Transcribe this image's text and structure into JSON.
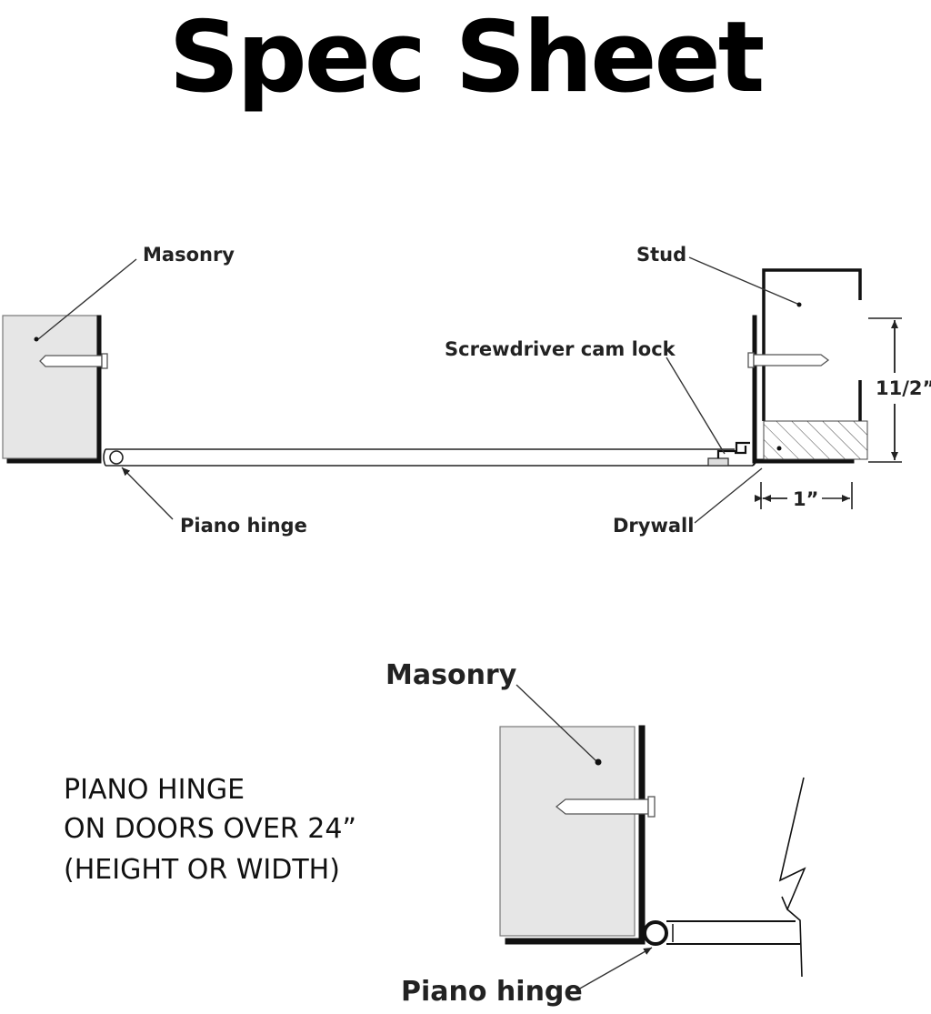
{
  "title": "Spec Sheet",
  "detail_top": {
    "labels": {
      "masonry": "Masonry",
      "stud": "Stud",
      "cam_lock": "Screwdriver cam lock",
      "dimension_height": "11/2”",
      "dimension_width": "1”",
      "piano_hinge": "Piano hinge",
      "drywall": "Drywall"
    }
  },
  "detail_bottom": {
    "labels": {
      "masonry": "Masonry",
      "piano_hinge": "Piano hinge"
    },
    "note_lines": [
      "PIANO HINGE",
      "ON DOORS OVER 24”",
      "(HEIGHT OR WIDTH)"
    ]
  }
}
